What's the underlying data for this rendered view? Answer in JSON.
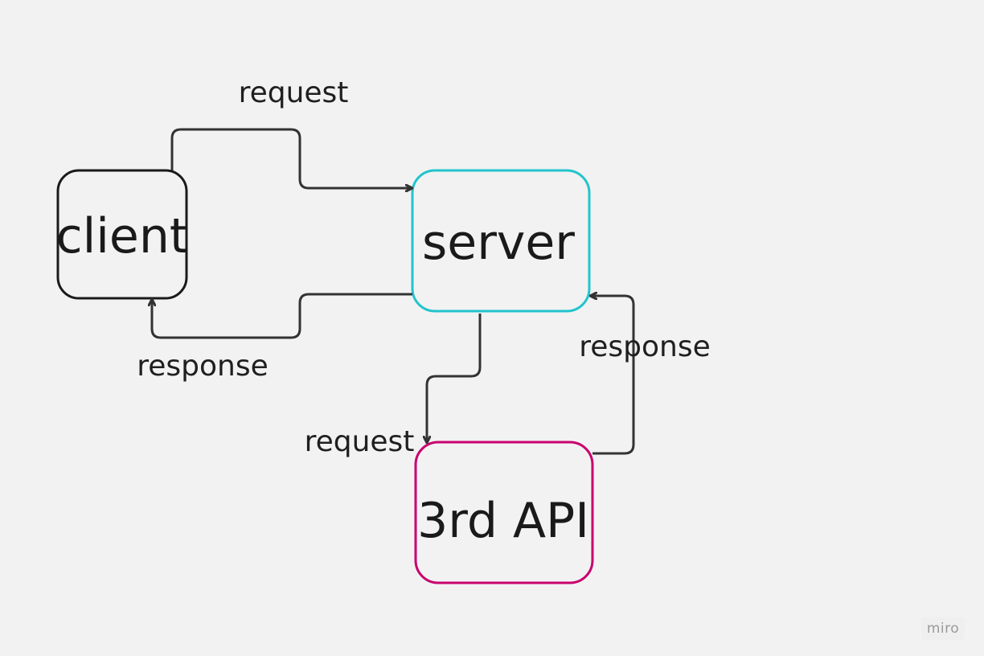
{
  "nodes": {
    "client": {
      "label": "client",
      "border_color": "#1a1a1a"
    },
    "server": {
      "label": "server",
      "border_color": "#22c4cc"
    },
    "third_api": {
      "label": "3rd API",
      "border_color": "#c8006e"
    }
  },
  "edges": {
    "client_to_server": {
      "label": "request"
    },
    "server_to_client": {
      "label": "response"
    },
    "server_to_api": {
      "label": "request"
    },
    "api_to_server": {
      "label": "response"
    }
  },
  "watermark": {
    "text": "miro"
  }
}
